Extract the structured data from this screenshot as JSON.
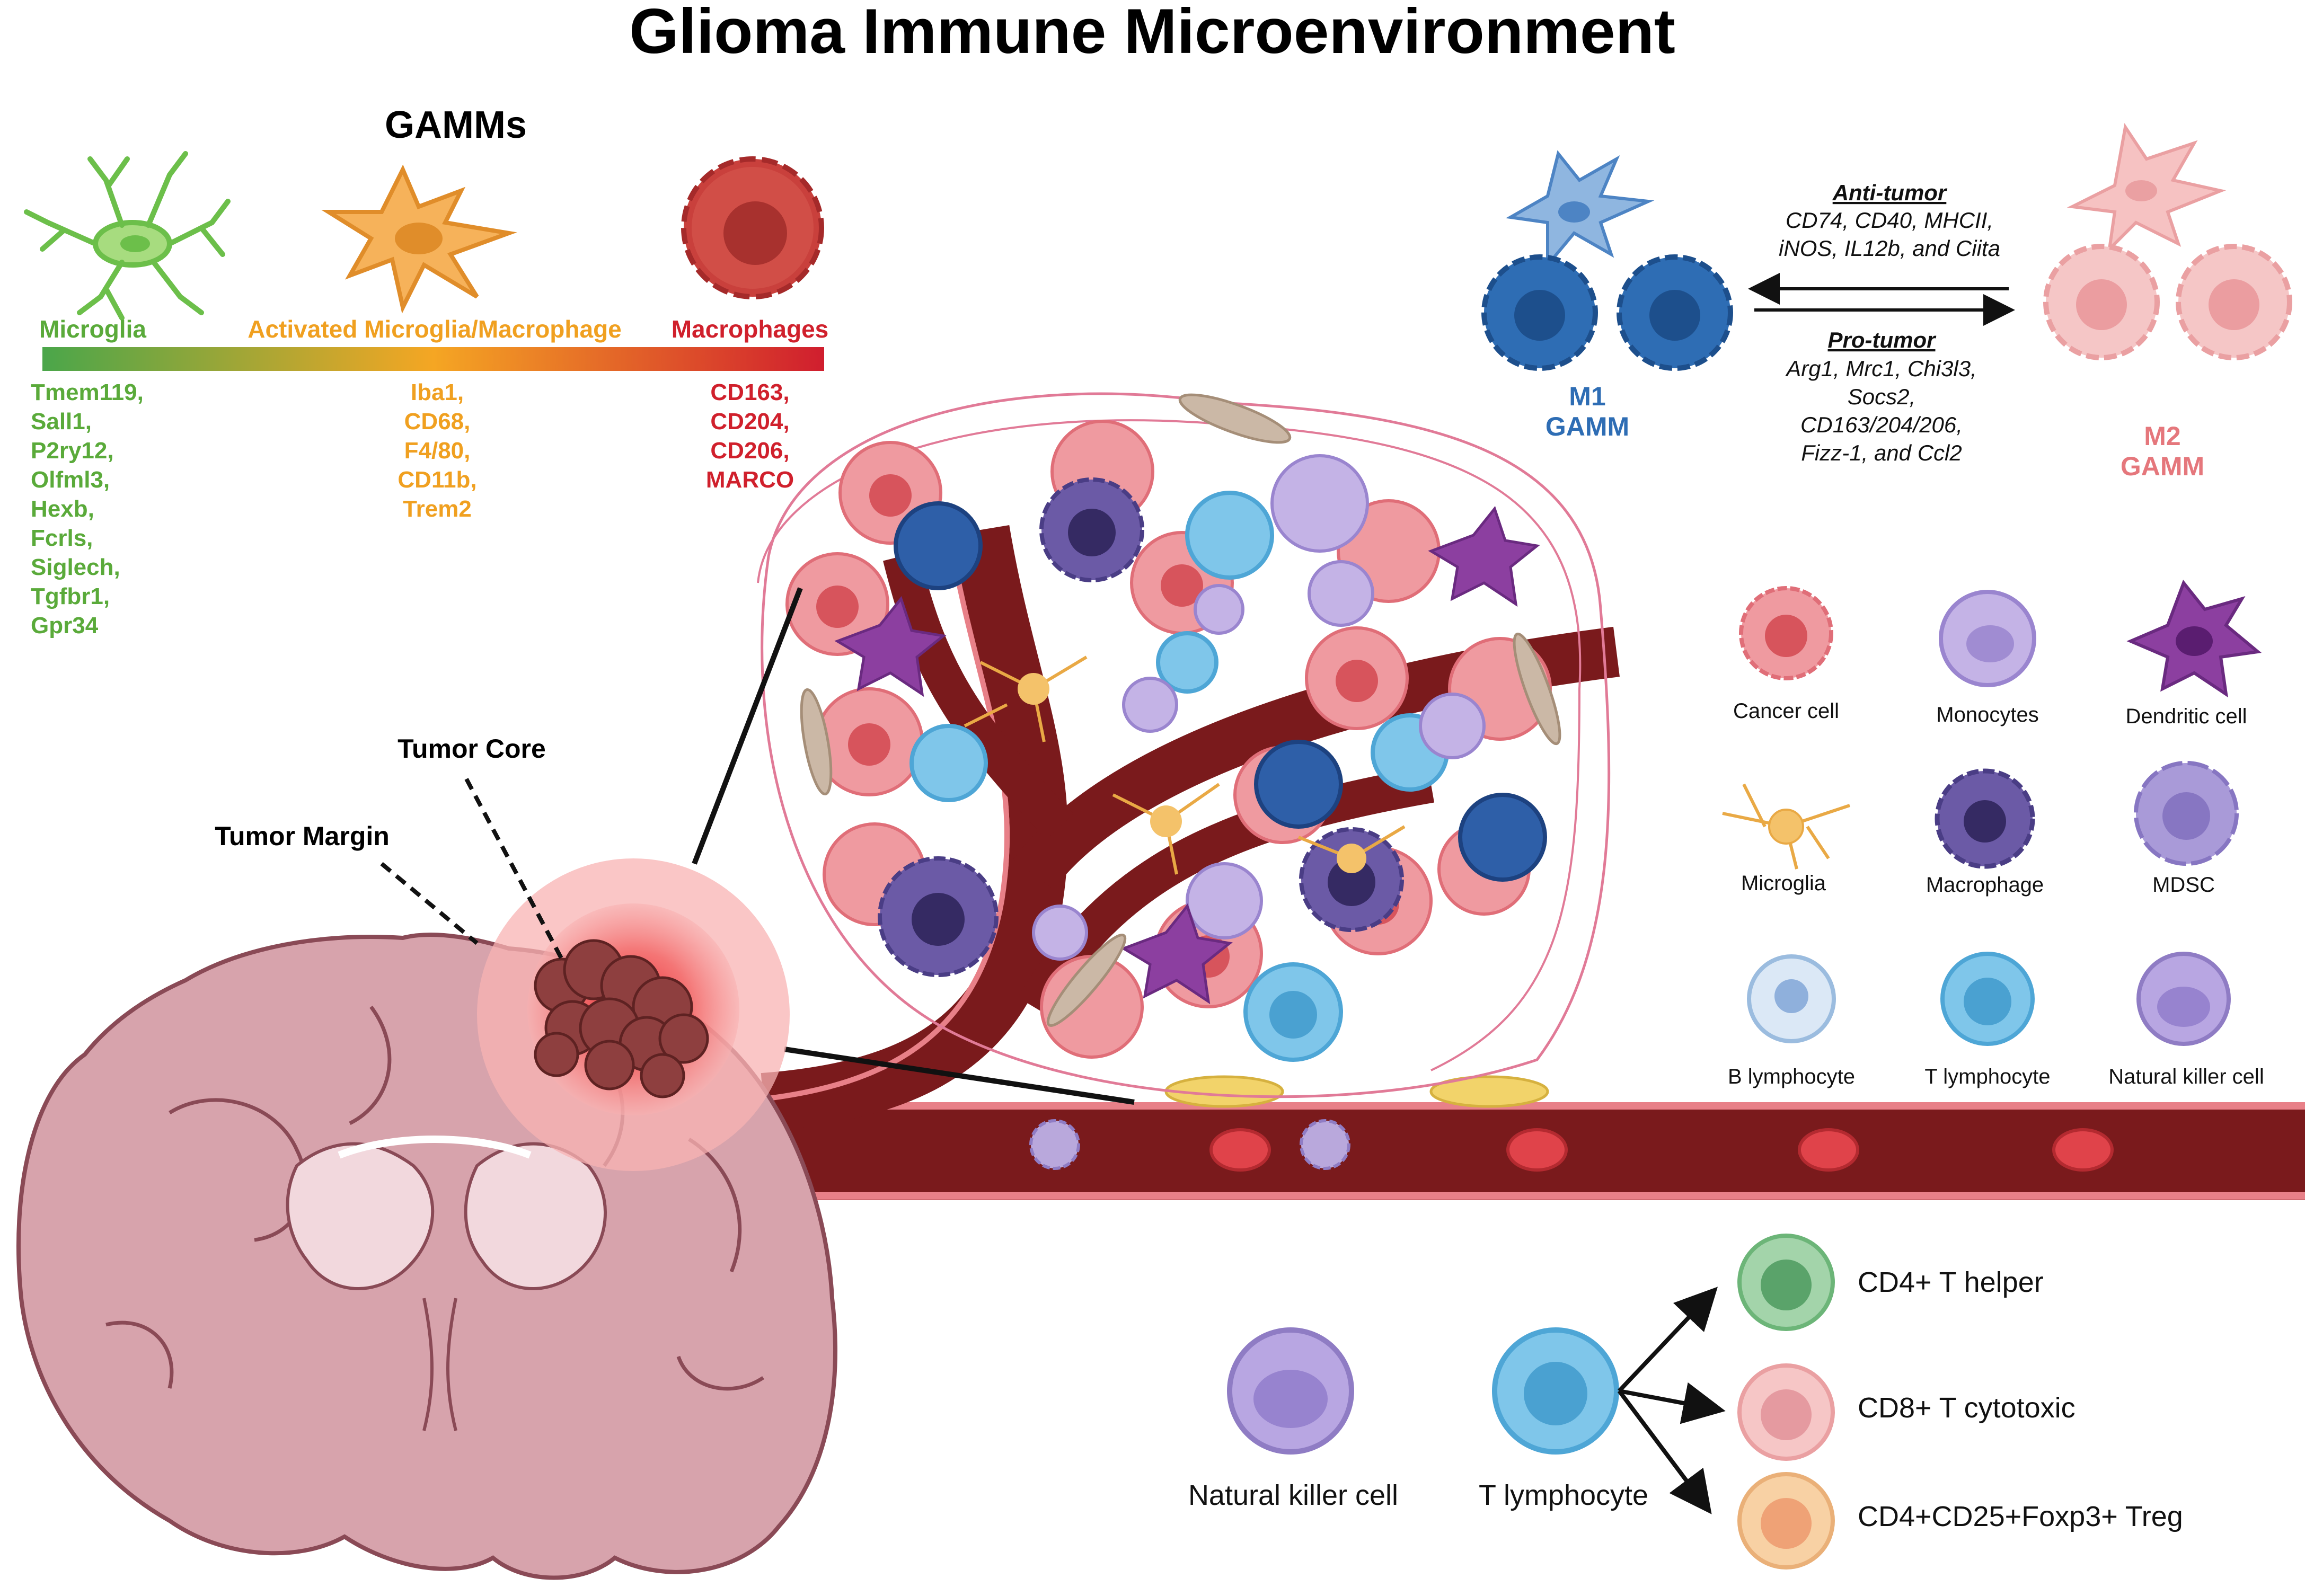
{
  "title": "Glioma Immune Microenvironment",
  "gamms": {
    "heading": "GAMMs",
    "colors": {
      "green": "#5aaa3a",
      "orange": "#f0a020",
      "red": "#d0202c"
    },
    "stages": [
      {
        "label": "Microglia",
        "markers": [
          "Tmem119,",
          "Sall1,",
          "P2ry12,",
          "Olfml3,",
          "Hexb,",
          "Fcrls,",
          "Siglech,",
          "Tgfbr1,",
          "Gpr34"
        ]
      },
      {
        "label": "Activated Microglia/Macrophage",
        "markers": [
          "Iba1,",
          "CD68,",
          "F4/80,",
          "CD11b,",
          "Trem2"
        ]
      },
      {
        "label": "Macrophages",
        "markers": [
          "CD163,",
          "CD204,",
          "CD206,",
          "MARCO"
        ]
      }
    ]
  },
  "polarization": {
    "m1": {
      "line1": "M1",
      "line2": "GAMM",
      "color": "#2e6db4"
    },
    "m2": {
      "line1": "M2",
      "line2": "GAMM",
      "color": "#e5777c"
    },
    "anti_heading": "Anti-tumor",
    "anti_lines": [
      "CD74, CD40, MHCII,",
      "iNOS, IL12b, and Ciita"
    ],
    "pro_heading": "Pro-tumor",
    "pro_lines": [
      "Arg1, Mrc1, Chi3l3,",
      "Socs2,",
      "CD163/204/206,",
      "Fizz-1, and Ccl2"
    ]
  },
  "brain": {
    "tumor_core": "Tumor Core",
    "tumor_margin": "Tumor Margin"
  },
  "legend": [
    {
      "label": "Cancer cell",
      "icon": "cancer-cell-icon"
    },
    {
      "label": "Monocytes",
      "icon": "monocyte-icon"
    },
    {
      "label": "Dendritic cell",
      "icon": "dendritic-cell-icon"
    },
    {
      "label": "Microglia",
      "icon": "microglia-icon"
    },
    {
      "label": "Macrophage",
      "icon": "macrophage-icon"
    },
    {
      "label": "MDSC",
      "icon": "mdsc-icon"
    },
    {
      "label": "B lymphocyte",
      "icon": "b-lymphocyte-icon"
    },
    {
      "label": "T lymphocyte",
      "icon": "t-lymphocyte-icon"
    },
    {
      "label": "Natural killer cell",
      "icon": "nk-cell-icon"
    }
  ],
  "differentiation": {
    "nk_label": "Natural killer cell",
    "t_label": "T lymphocyte",
    "subsets": [
      "CD4+ T helper",
      "CD8+ T cytotoxic",
      "CD4+CD25+Foxp3+ Treg"
    ]
  }
}
